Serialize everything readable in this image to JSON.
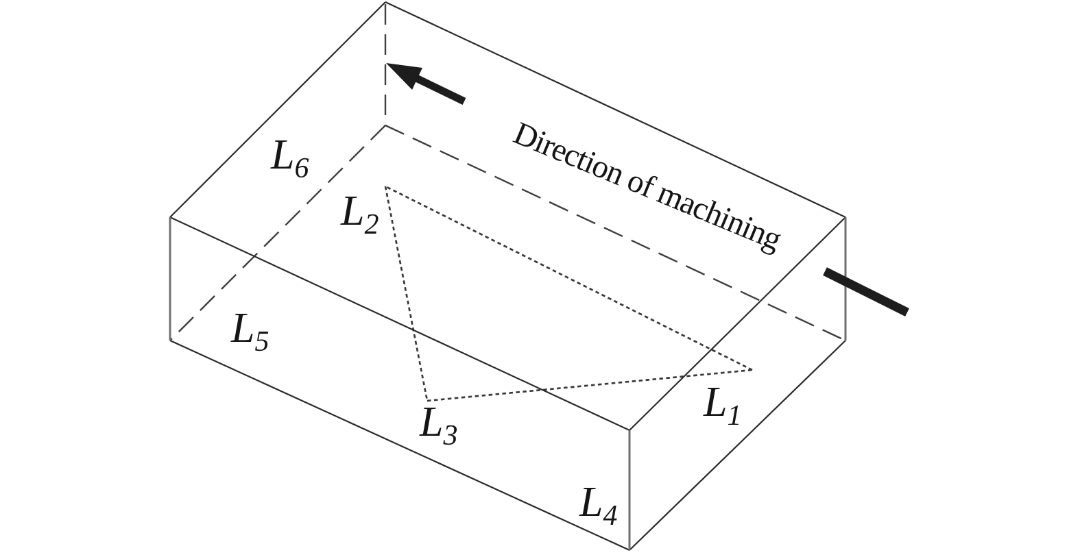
{
  "figure": {
    "background_color": "#ffffff",
    "annotation": {
      "text": "Direction of machining"
    },
    "labels": [
      {
        "base": "L",
        "sub": "1"
      },
      {
        "base": "L",
        "sub": "2"
      },
      {
        "base": "L",
        "sub": "3"
      },
      {
        "base": "L",
        "sub": "4"
      },
      {
        "base": "L",
        "sub": "5"
      },
      {
        "base": "L",
        "sub": "6"
      }
    ],
    "colors": {
      "solid_edge": "#2b2b2b",
      "vertical_edge": "#6f6f6f",
      "hidden_edge": "#3f3f3f",
      "path_dotted": "#383838",
      "arrow": "#1d1d1d",
      "text": "#151515"
    }
  }
}
